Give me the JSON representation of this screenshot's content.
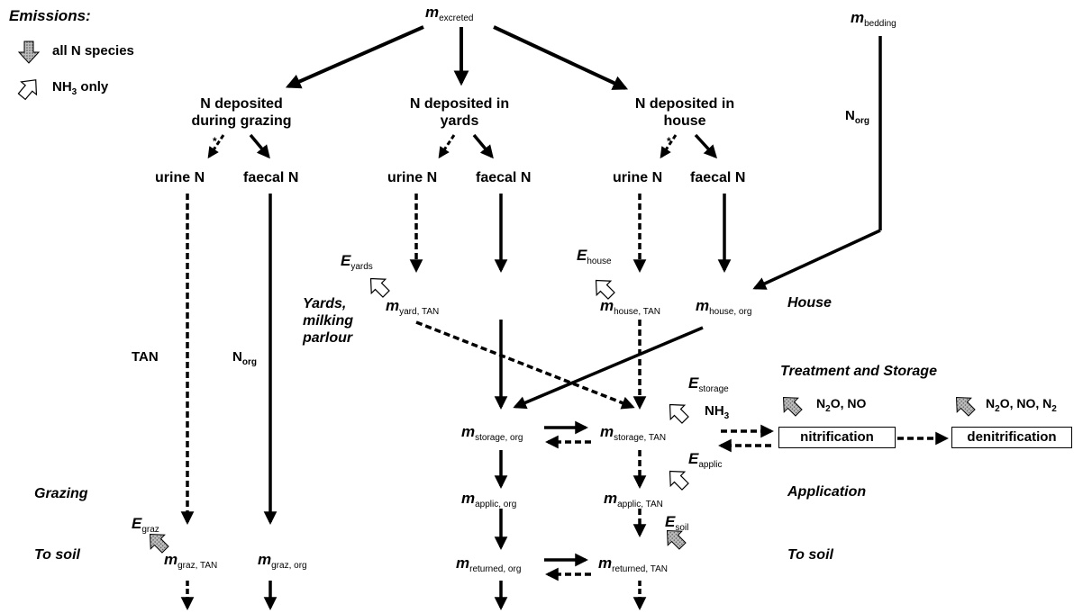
{
  "legend": {
    "title": "Emissions:",
    "all_n": "all N species",
    "nh3_main": "NH",
    "nh3_sub": "3",
    "nh3_tail": " only"
  },
  "nodes": {
    "m_excreted": {
      "sym": "m",
      "sub": "excreted"
    },
    "m_bedding": {
      "sym": "m",
      "sub": "bedding"
    },
    "n_org_bed": {
      "main": "N",
      "sub": "org"
    },
    "grazing_dep": "N deposited\nduring grazing",
    "yards_dep": "N deposited in\nyards",
    "house_dep": "N deposited in\nhouse",
    "urine": "urine N",
    "faecal": "faecal N",
    "star": "*",
    "tan": "TAN",
    "n_org_graz": {
      "main": "N",
      "sub": "org"
    },
    "e_yards": {
      "sym": "E",
      "sub": "yards"
    },
    "e_house": {
      "sym": "E",
      "sub": "house"
    },
    "m_yard_tan": {
      "sym": "m",
      "sub": "yard, TAN"
    },
    "m_house_tan": {
      "sym": "m",
      "sub": "house, TAN"
    },
    "m_house_org": {
      "sym": "m",
      "sub": "house, org"
    },
    "e_storage": {
      "sym": "E",
      "sub": "storage"
    },
    "nh3": {
      "main": "NH",
      "sub": "3"
    },
    "m_storage_org": {
      "sym": "m",
      "sub": "storage, org"
    },
    "m_storage_tan": {
      "sym": "m",
      "sub": "storage, TAN"
    },
    "e_applic": {
      "sym": "E",
      "sub": "applic"
    },
    "m_applic_org": {
      "sym": "m",
      "sub": "applic, org"
    },
    "m_applic_tan": {
      "sym": "m",
      "sub": "applic, TAN"
    },
    "e_soil": {
      "sym": "E",
      "sub": "soil"
    },
    "m_returned_org": {
      "sym": "m",
      "sub": "returned, org"
    },
    "m_returned_tan": {
      "sym": "m",
      "sub": "returned, TAN"
    },
    "e_graz": {
      "sym": "E",
      "sub": "graz"
    },
    "m_graz_tan": {
      "sym": "m",
      "sub": "graz, TAN"
    },
    "m_graz_org": {
      "sym": "m",
      "sub": "graz, org"
    },
    "nitrification": "nitrification",
    "denitrification": "denitrification",
    "em_nitr": {
      "a": "N",
      "a_sub": "2",
      "b": "O, NO"
    },
    "em_denitr": {
      "a": "N",
      "a_sub": "2",
      "b": "O, NO, N",
      "b_sub": "2"
    }
  },
  "side_labels": {
    "yards": "Yards,\nmilking\nparlour",
    "house": "House",
    "treatment": "Treatment and Storage",
    "grazing": "Grazing",
    "application": "Application",
    "to_soil_left": "To soil",
    "to_soil_right": "To soil"
  }
}
